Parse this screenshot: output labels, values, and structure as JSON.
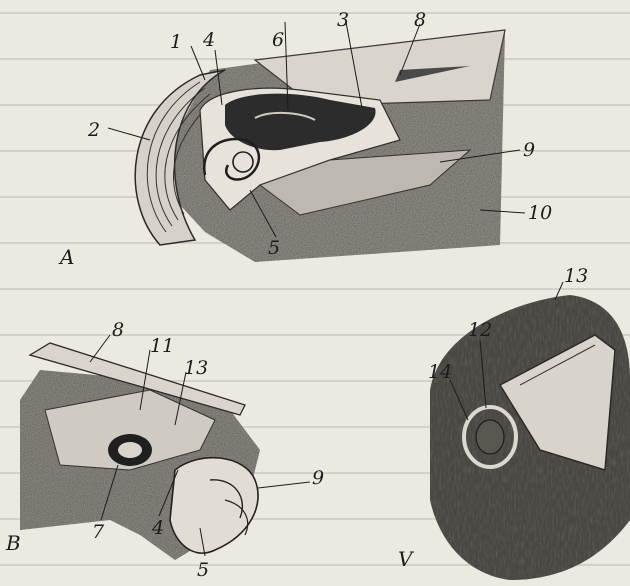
{
  "figure": {
    "panels": {
      "a": "A",
      "b": "B",
      "v": "V"
    },
    "labels": {
      "l1": "1",
      "l2": "2",
      "l3": "3",
      "l4": "4",
      "l5": "5",
      "l6": "6",
      "l8": "8",
      "l9": "9",
      "l10": "10",
      "b8": "8",
      "b11": "11",
      "b13": "13",
      "b9": "9",
      "b7": "7",
      "b4": "4",
      "b5": "5",
      "v13": "13",
      "v12": "12",
      "v14": "14"
    },
    "colors": {
      "paper": "#ece9e1",
      "ink": "#1c1c1c",
      "shade": "#6e6b65",
      "bleed": "#9a968e"
    }
  }
}
